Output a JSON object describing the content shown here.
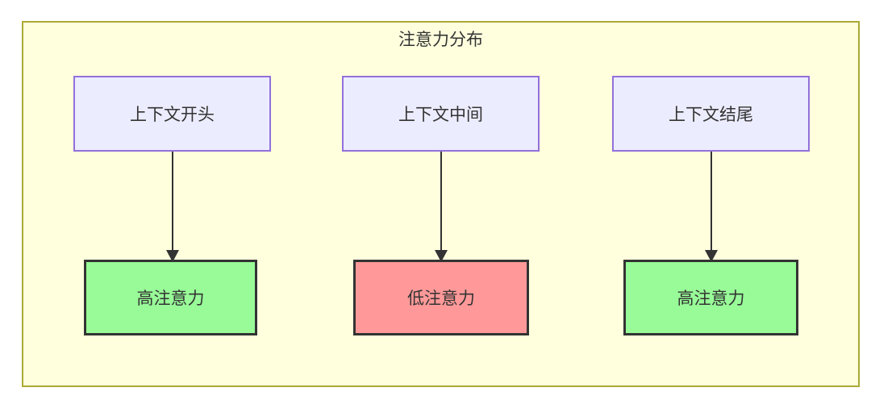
{
  "diagram": {
    "title": "注意力分布",
    "nodes": {
      "top": [
        {
          "id": "context-start",
          "label": "上下文开头"
        },
        {
          "id": "context-middle",
          "label": "上下文中间"
        },
        {
          "id": "context-end",
          "label": "上下文结尾"
        }
      ],
      "bottom": [
        {
          "id": "attention-start",
          "label": "高注意力",
          "status": "high"
        },
        {
          "id": "attention-middle",
          "label": "低注意力",
          "status": "low"
        },
        {
          "id": "attention-end",
          "label": "高注意力",
          "status": "high"
        }
      ]
    },
    "edges": [
      {
        "from": "上下文开头",
        "to": "高注意力"
      },
      {
        "from": "上下文中间",
        "to": "低注意力"
      },
      {
        "from": "上下文结尾",
        "to": "高注意力"
      }
    ],
    "colors": {
      "frame_bg": "#ffffde",
      "frame_border": "#aaaa33",
      "context_node_bg": "#ececff",
      "context_node_border": "#9370db",
      "high_attention_bg": "#98fb98",
      "low_attention_bg": "#ff9999",
      "attention_node_border": "#333333",
      "arrow": "#333333",
      "text": "#333333"
    }
  }
}
